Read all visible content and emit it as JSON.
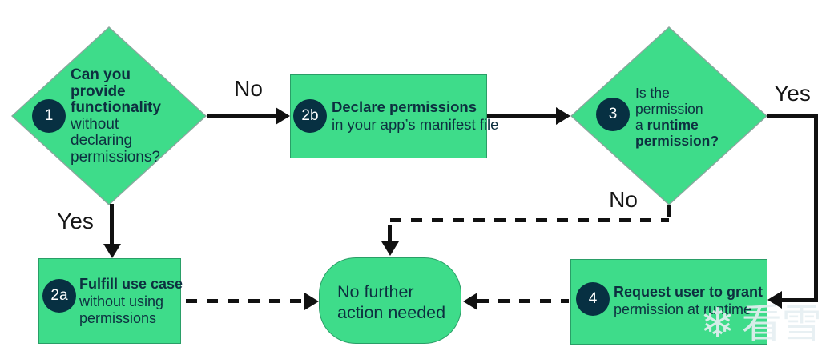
{
  "colors": {
    "shape_green": "#3edc8a",
    "badge_navy": "#073042",
    "text_dark": "#0d3040",
    "connector_black": "#111111",
    "shape_border": "rgba(18,82,60,0.45)",
    "watermark_light": "rgba(230,238,242,0.9)"
  },
  "nodes": {
    "q1": {
      "badge": "1",
      "lines": [
        "Can you",
        "provide",
        "functionality",
        "without",
        "declaring",
        "permissions?"
      ]
    },
    "s2b": {
      "badge": "2b",
      "lines": [
        "Declare permissions",
        "in your app’s manifest file"
      ]
    },
    "q3": {
      "badge": "3",
      "lines": [
        "Is the",
        "permission",
        "a ",
        "runtime",
        "permission?"
      ]
    },
    "s2a": {
      "badge": "2a",
      "lines": [
        "Fulfill use case",
        "without using",
        "permissions"
      ]
    },
    "done": {
      "lines": [
        "No further",
        "action needed"
      ]
    },
    "s4": {
      "badge": "4",
      "lines": [
        "Request user to grant",
        "permission at runtime"
      ]
    }
  },
  "edge_labels": {
    "q1_no": "No",
    "q1_yes": "Yes",
    "q3_yes": "Yes",
    "q3_no": "No"
  },
  "watermark": {
    "icon": "snowflake-icon",
    "text": "看雪"
  }
}
